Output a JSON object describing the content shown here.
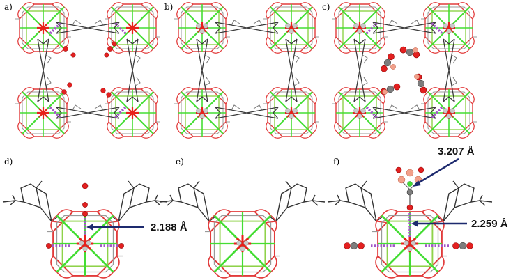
{
  "panels": {
    "a": "a)",
    "b": "b)",
    "c": "c)",
    "d": "d)",
    "e": "e)",
    "f": "f)"
  },
  "distances": {
    "d_main": "2.188 Å",
    "f_top": "3.207 Å",
    "f_main": "2.259 Å"
  },
  "colors": {
    "framework_oxygen": "#e23b3b",
    "framework_bond": "#9a9a9a",
    "linker": "#3a3a3a",
    "diagonal": "#44dd33",
    "metal_star": "#e8201a",
    "hydrogen": "#c9c9c9",
    "carbon": "#7d7d7d",
    "oxygen_atom": "#e32020",
    "light_oxygen": "#f2a08a",
    "interaction": "#a356c8",
    "arrow": "#1d2a6e",
    "metal_green": "#8fd24a"
  }
}
